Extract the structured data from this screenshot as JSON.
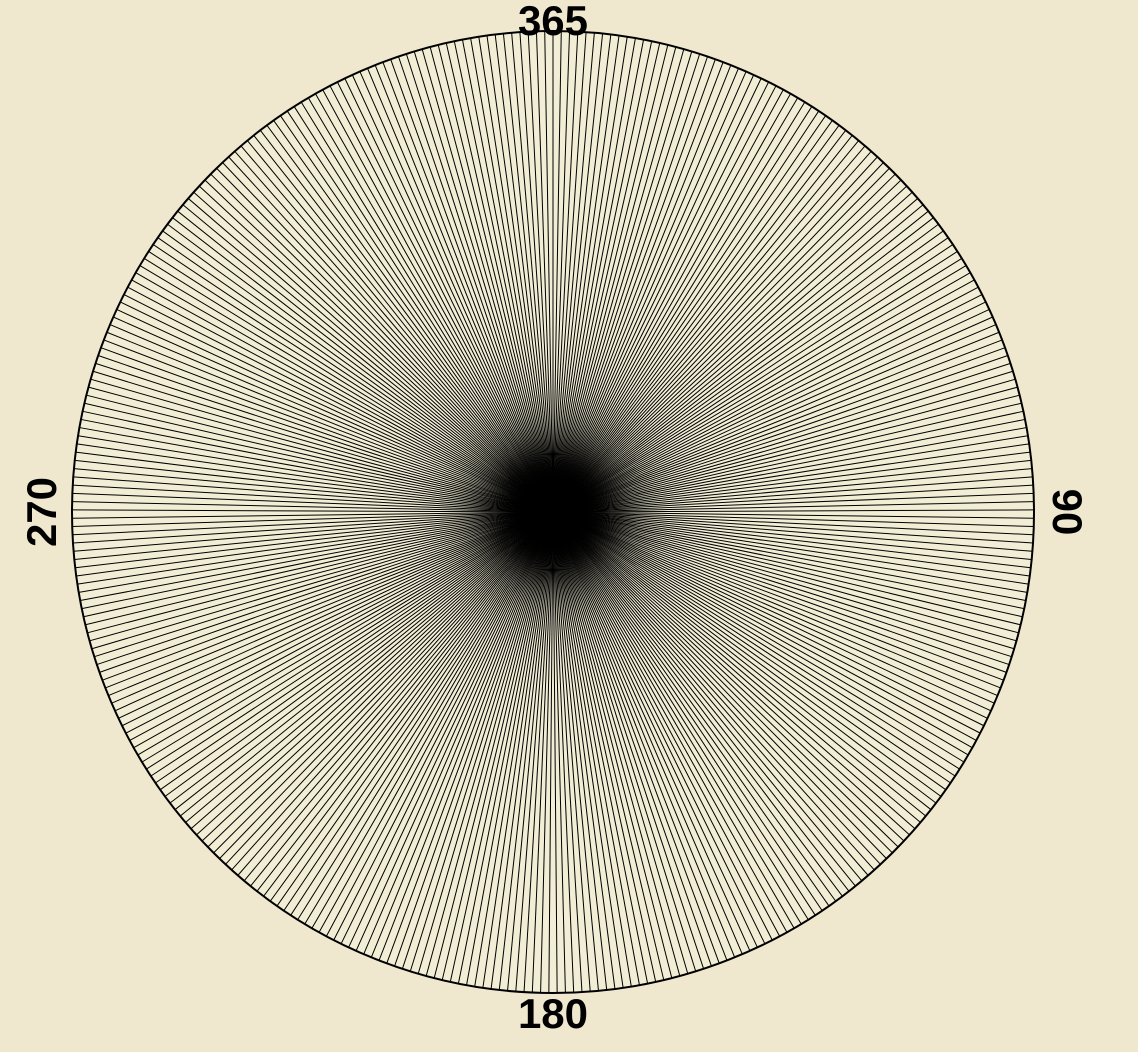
{
  "chart_data": {
    "type": "radial-spokes",
    "title": "",
    "circular_axis": {
      "min": 0,
      "max": 365,
      "direction": "clockwise",
      "zero_at": "top",
      "tick_labels": [
        {
          "value": 365,
          "label": "365",
          "position": "top"
        },
        {
          "value": 90,
          "label": "90",
          "position": "right"
        },
        {
          "value": 180,
          "label": "180",
          "position": "bottom"
        },
        {
          "value": 270,
          "label": "270",
          "position": "left"
        }
      ]
    },
    "spokes": {
      "count": 365,
      "start_value": 1,
      "end_value": 365,
      "step": 1,
      "radial_length": 1.0
    },
    "colors": {
      "background": "#efe8ce",
      "plot_fill": "#f2eed6",
      "lines": "#000000"
    },
    "grid": false,
    "legend": "none"
  }
}
